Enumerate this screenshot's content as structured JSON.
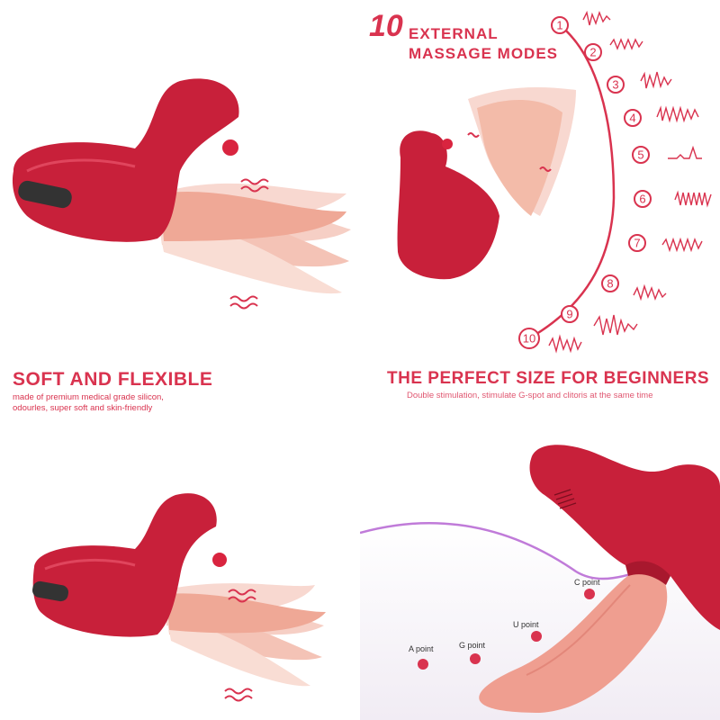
{
  "panels": {
    "modes": {
      "count": "10",
      "title_line1": "EXTERNAL",
      "title_line2": "MASSAGE MODES",
      "mode_numbers": [
        "1",
        "2",
        "3",
        "4",
        "5",
        "6",
        "7",
        "8",
        "9",
        "10"
      ]
    },
    "soft": {
      "title": "SOFT AND FLEXIBLE",
      "desc_line1": "made of premium medical grade silicon,",
      "desc_line2": "odourles, super soft and skin-friendly"
    },
    "size": {
      "title": "THE PERFECT SIZE FOR BEGINNERS",
      "desc": "Double stimulation, stimulate G-spot and clitoris at the same time"
    },
    "anatomy": {
      "points": [
        "C point",
        "U point",
        "G point",
        "A point"
      ]
    }
  },
  "colors": {
    "brand_red": "#d9334f",
    "toy_red": "#c8203a",
    "tongue_pink": "#f2a99a",
    "curve_purple": "#c07bd9"
  }
}
